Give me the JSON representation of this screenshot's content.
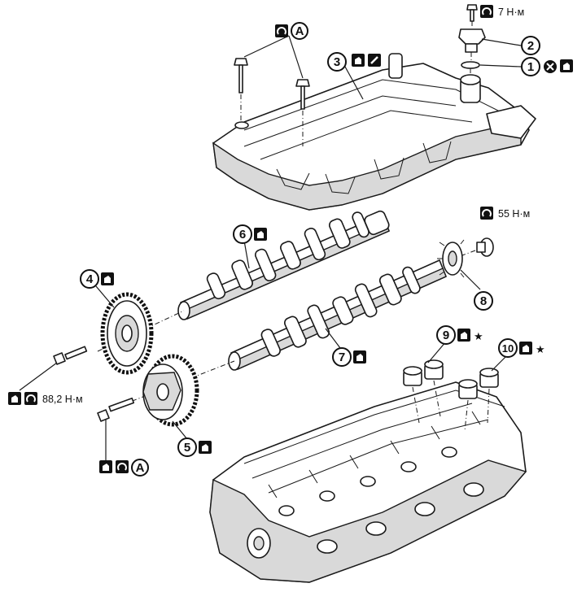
{
  "callouts": {
    "c1": "1",
    "c2": "2",
    "c3": "3",
    "c4": "4",
    "c5": "5",
    "c6": "6",
    "c7": "7",
    "c8": "8",
    "c9": "9",
    "c10": "10"
  },
  "labels": {
    "torque_sensor": "7 Н·м",
    "torque_sprocket_bolt": "55 Н·м",
    "torque_pulley_bolt": "88,2 Н·м",
    "letter_a_top": "A",
    "letter_a_bottom": "A",
    "star_9": "★",
    "star_10": "★"
  }
}
